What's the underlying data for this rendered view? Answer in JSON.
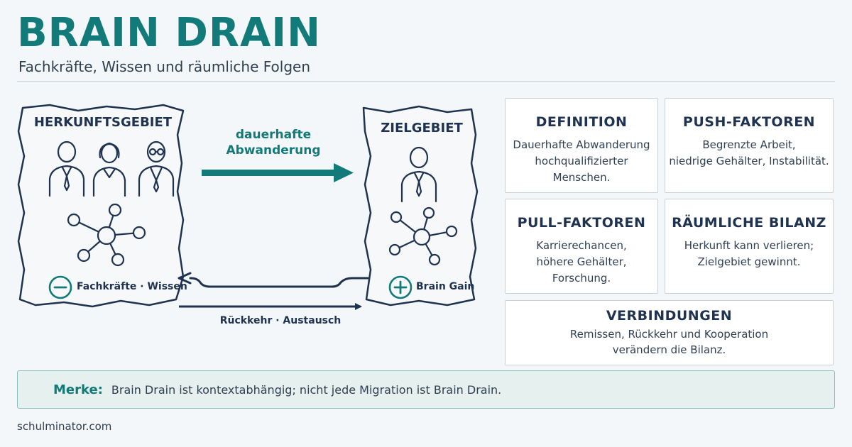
{
  "header": {
    "title": "BRAIN DRAIN",
    "subtitle": "Fachkräfte, Wissen und räumliche Folgen"
  },
  "diagram": {
    "origin": {
      "label": "HERKUNFTSGEBIET",
      "badge_text": "Fachkräfte · Wissen",
      "badge_sign": "minus"
    },
    "destination": {
      "label": "ZIELGEBIET",
      "badge_text": "Brain Gain",
      "badge_sign": "plus"
    },
    "arrow_main": {
      "label_line1": "dauerhafte",
      "label_line2": "Abwanderung"
    },
    "arrow_return": {
      "label": "Rückkehr · Austausch"
    },
    "colors": {
      "accent": "#127a78",
      "navy": "#1f3350"
    }
  },
  "cards": {
    "definition": {
      "title": "DEFINITION",
      "line1": "Dauerhafte Abwanderung",
      "line2": "hochqualifizierter Menschen."
    },
    "push": {
      "title": "PUSH-FAKTOREN",
      "line1": "Begrenzte Arbeit,",
      "line2": "niedrige Gehälter, Instabilität."
    },
    "pull": {
      "title": "PULL-FAKTOREN",
      "line1": "Karrierechancen,",
      "line2": "höhere Gehälter, Forschung."
    },
    "balance": {
      "title": "RÄUMLICHE BILANZ",
      "line1": "Herkunft kann verlieren;",
      "line2": "Zielgebiet gewinnt."
    },
    "connections": {
      "title": "VERBINDUNGEN",
      "line1": "Remissen, Rückkehr und Kooperation",
      "line2": "verändern die Bilanz."
    }
  },
  "note": {
    "label": "Merke:",
    "text": "Brain Drain ist kontextabhängig; nicht jede Migration ist Brain Drain."
  },
  "footer": {
    "source": "schulminator.com"
  }
}
